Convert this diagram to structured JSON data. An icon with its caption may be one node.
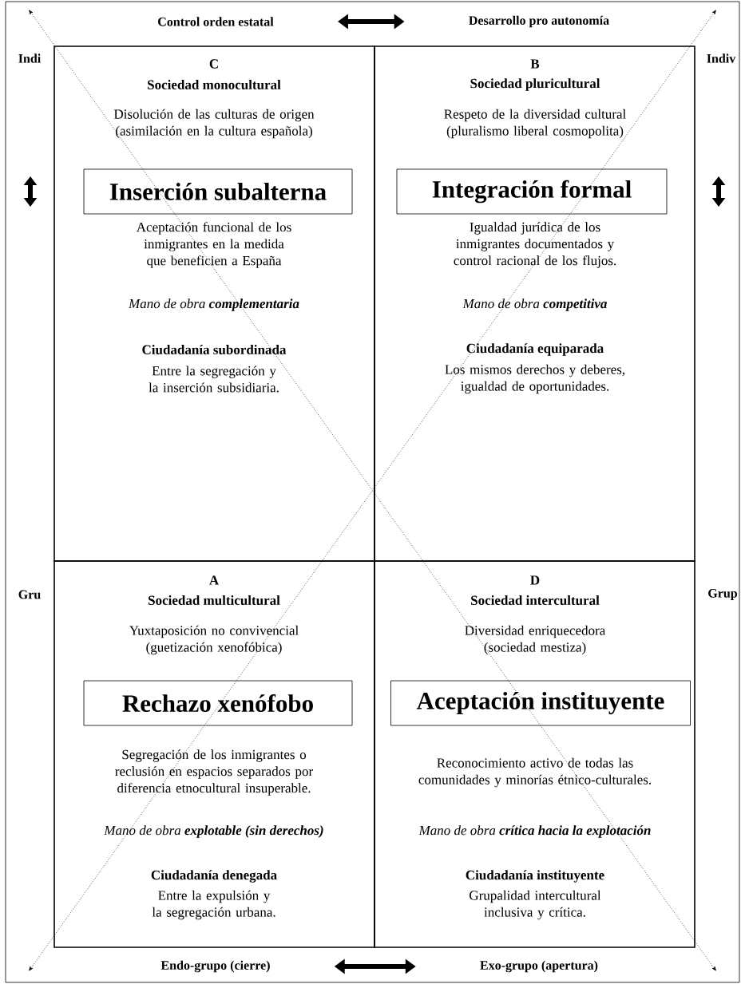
{
  "diagram": {
    "nodes": [
      {
        "text": [
          "Control orden estatal"
        ]
      },
      {
        "text": [
          "Desarrollo pro autonomía"
        ]
      },
      {
        "text": [
          "C",
          "Sociedad monocultural",
          "Disolución de las culturas de origen (asimilación en la cultura española)",
          "Aceptación funcional de los inmigrantes en la medida que beneficien a España",
          "Mano de obra **complementaria**",
          "Ciudadanía subordinada",
          "Entre la segregación y la inserción subsidiaria."
        ]
      },
      {
        "text": [
          "Inserción subalterna"
        ],
        "in": 2
      },
      {
        "text": [
          "B",
          "Sociedad pluricultural",
          "Respeto de la diversidad cultural (pluralismo liberal cosmopolita)",
          "Igualdad jurídica de los inmigrantes documentados y control racional de los flujos.",
          "Mano de obra **competitiva**",
          "Ciudadanía equiparada",
          "Los mismos derechos y deberes, igualdad de oportunidades."
        ]
      },
      {
        "text": [
          "Integración formal"
        ],
        "in": 4
      },
      {
        "text": [
          "A",
          "Sociedad multicultural",
          "Yuxtaposición no convivencial (guetización xenofóbica)",
          "Segregación de los inmigrantes o reclusión en espacios separados por diferencia etnocultural insuperable.",
          "Mano de obra **explotable (sin derechos)**",
          "Ciudadanía denegada",
          "Entre la expulsión y la segregación urbana."
        ]
      },
      {
        "text": [
          "Rechazo xenófobo"
        ],
        "in": 6
      },
      {
        "text": [
          "D",
          "Sociedad intercultural",
          "Diversidad enriquecedora (sociedad mestiza)",
          "Reconocimiento activo de todas las comunidades y minorías étnico-culturales.",
          "Mano de obra **crítica hacia la explotación**",
          "Ciudadanía instituyente",
          "Grupalidad intercultural inclusiva y crítica."
        ]
      },
      {
        "text": [
          "Aceptación instituyente"
        ],
        "in": 8
      },
      {
        "text": [
          "Endo-grupo (cierre)"
        ]
      },
      {
        "text": [
          "Exo-grupo (apertura)"
        ]
      }
    ],
    "edges": [
      {
        "from": 0,
        "to": 1,
        "arrow": "both"
      },
      {
        "from": 10,
        "to": 11,
        "arrow": "both"
      }
    ],
    "labels": [
      "Indi",
      "Indiv",
      "Gru",
      "Grup"
    ]
  }
}
